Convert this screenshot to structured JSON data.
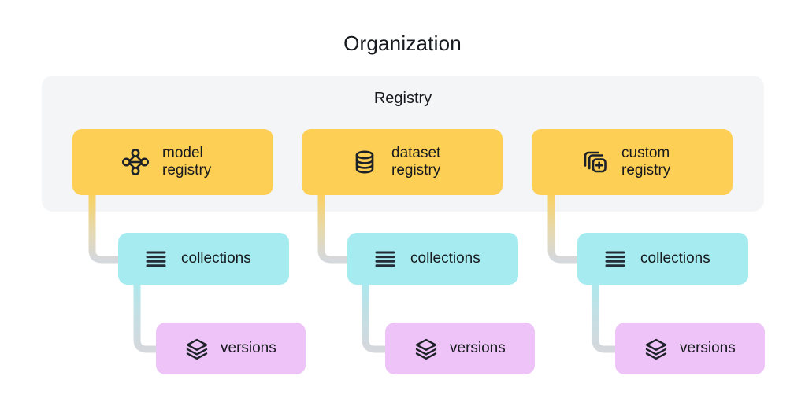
{
  "title": "Organization",
  "panel": {
    "title": "Registry",
    "background": "#f3f5f7"
  },
  "colors": {
    "registry_card": "#fdcf54",
    "collections_card": "#a6ebef",
    "versions_card": "#eec3f8",
    "text": "#16191d",
    "connector_gray": "#d5d8dc",
    "page_background": "#ffffff"
  },
  "columns": [
    {
      "registry": {
        "label": "model\nregistry",
        "icon": "node-graph-icon"
      },
      "collections": {
        "label": "collections",
        "icon": "list-lines-icon"
      },
      "versions": {
        "label": "versions",
        "icon": "layers-stack-icon"
      }
    },
    {
      "registry": {
        "label": "dataset\nregistry",
        "icon": "database-cylinder-icon"
      },
      "collections": {
        "label": "collections",
        "icon": "list-lines-icon"
      },
      "versions": {
        "label": "versions",
        "icon": "layers-stack-icon"
      }
    },
    {
      "registry": {
        "label": "custom\nregistry",
        "icon": "copy-plus-icon"
      },
      "collections": {
        "label": "collections",
        "icon": "list-lines-icon"
      },
      "versions": {
        "label": "versions",
        "icon": "layers-stack-icon"
      }
    }
  ]
}
